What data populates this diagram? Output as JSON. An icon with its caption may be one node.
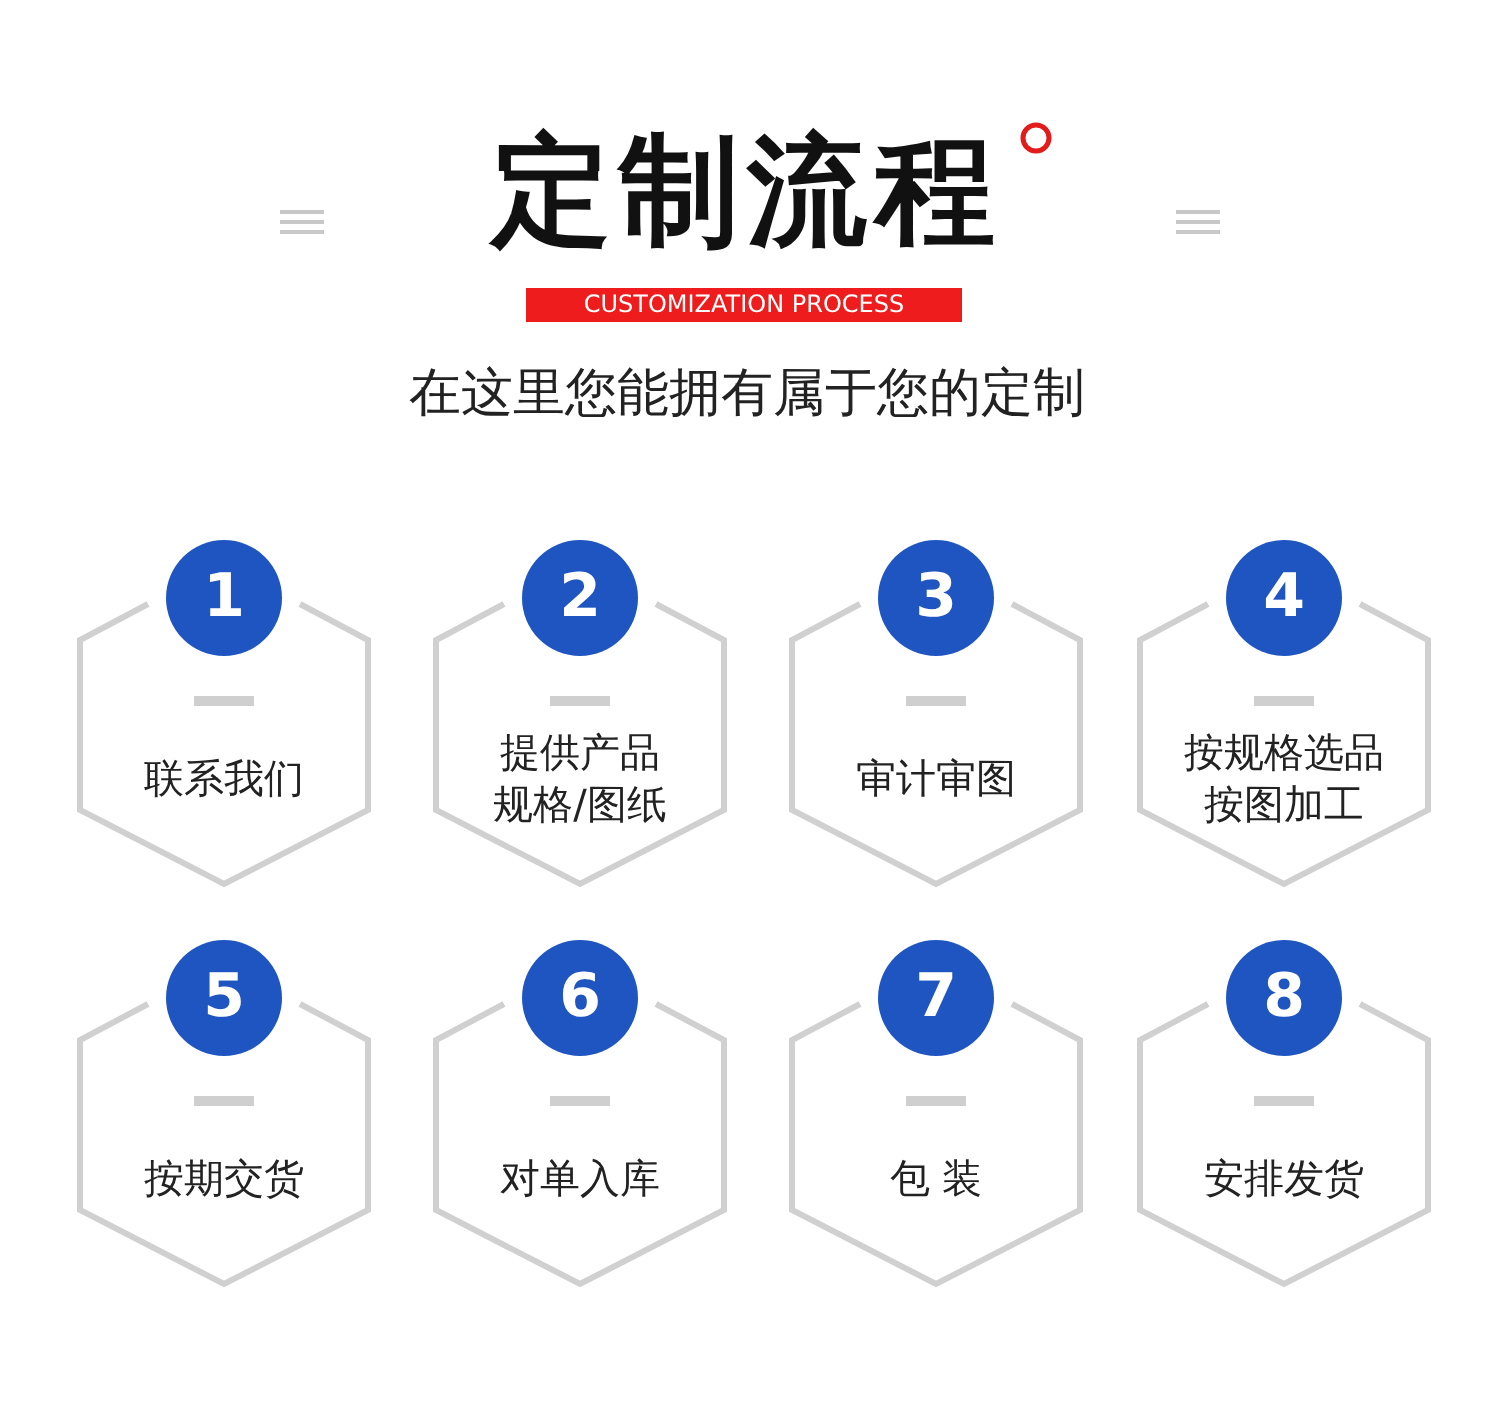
{
  "diagram": {
    "title": "定制流程",
    "nodes": [
      {
        "text": [
          "1",
          "联系我们"
        ]
      },
      {
        "text": [
          "2",
          "提供产品规格/图纸"
        ]
      },
      {
        "text": [
          "3",
          "审计审图"
        ]
      },
      {
        "text": [
          "4",
          "按规格选品按图加工"
        ]
      },
      {
        "text": [
          "5",
          "按期交货"
        ]
      },
      {
        "text": [
          "6",
          "对单入库"
        ]
      },
      {
        "text": [
          "7",
          "包 装"
        ]
      },
      {
        "text": [
          "8",
          "安排发货"
        ]
      }
    ],
    "labels": [
      "CUSTOMIZATION PROCESS",
      "在这里您能拥有属于您的定制"
    ]
  }
}
